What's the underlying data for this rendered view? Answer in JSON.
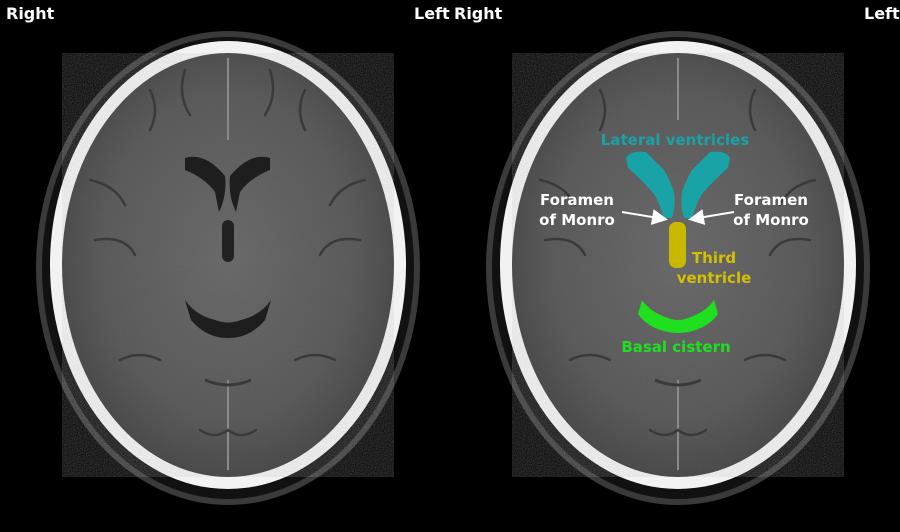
{
  "orientation": {
    "right": "Right",
    "left": "Left"
  },
  "labels": {
    "lateral_ventricles": "Lateral ventricles",
    "foramen_left": "Foramen\nof Monro",
    "foramen_right": "Foramen\nof Monro",
    "third_ventricle": "Third\nventricle",
    "basal_cistern": "Basal cistern"
  },
  "colors": {
    "lateral_ventricles": "#1aa3a6",
    "third_ventricle": "#d4c000",
    "basal_cistern": "#1fe01f",
    "foramen": "#ffffff",
    "orientation": "#ffffff"
  }
}
